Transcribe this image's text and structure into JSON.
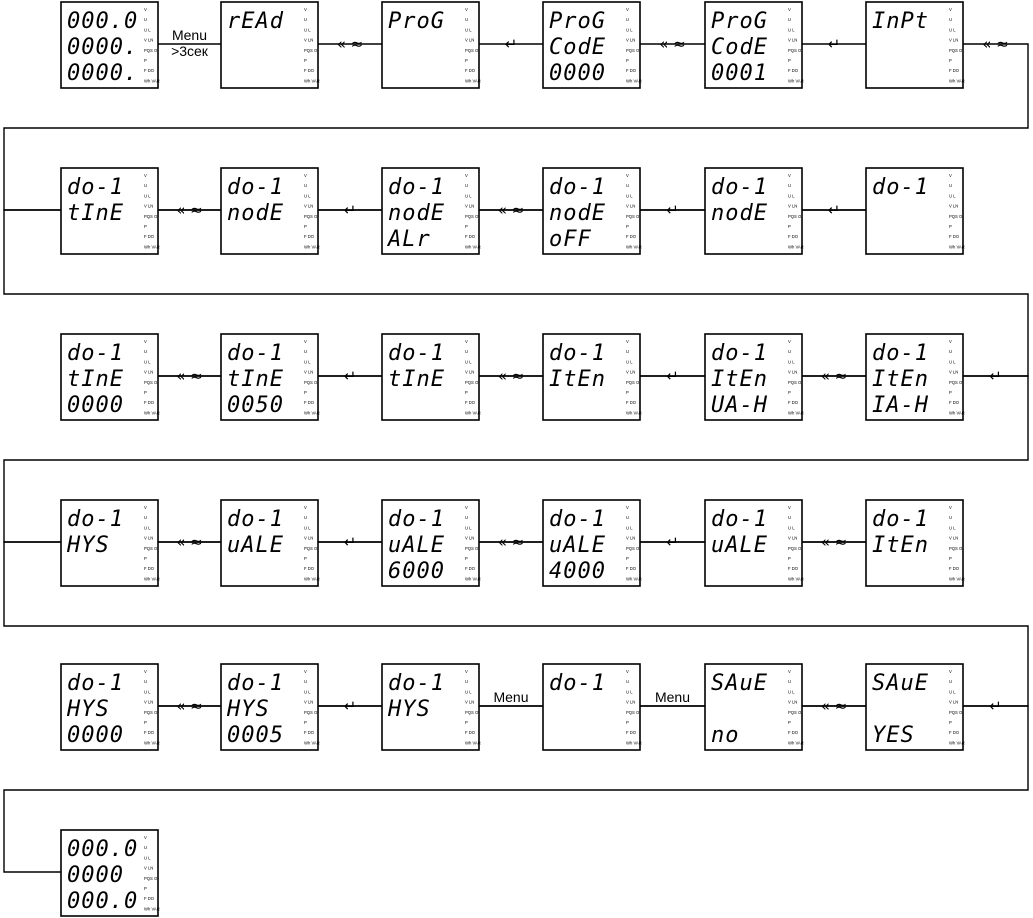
{
  "screens": [
    {
      "id": "s0",
      "lines": [
        "000.0",
        "0000.",
        "0000."
      ]
    },
    {
      "id": "s1",
      "lines": [
        "rEAd",
        "",
        ""
      ]
    },
    {
      "id": "s2",
      "lines": [
        "ProG",
        "",
        ""
      ]
    },
    {
      "id": "s3",
      "lines": [
        "ProG",
        "CodE",
        "0000"
      ]
    },
    {
      "id": "s4",
      "lines": [
        "ProG",
        "CodE",
        "0001"
      ]
    },
    {
      "id": "s5",
      "lines": [
        "InPt",
        "",
        ""
      ]
    },
    {
      "id": "s6",
      "lines": [
        "do-1",
        "",
        ""
      ]
    },
    {
      "id": "s7",
      "lines": [
        "do-1",
        "nodE",
        ""
      ]
    },
    {
      "id": "s8",
      "lines": [
        "do-1",
        "nodE",
        "oFF"
      ]
    },
    {
      "id": "s9",
      "lines": [
        "do-1",
        "nodE",
        "ALr"
      ]
    },
    {
      "id": "s10",
      "lines": [
        "do-1",
        "nodE",
        ""
      ]
    },
    {
      "id": "s11",
      "lines": [
        "do-1",
        "tInE",
        ""
      ]
    },
    {
      "id": "s12",
      "lines": [
        "do-1",
        "tInE",
        "0000"
      ]
    },
    {
      "id": "s13",
      "lines": [
        "do-1",
        "tInE",
        "0050"
      ]
    },
    {
      "id": "s14",
      "lines": [
        "do-1",
        "tInE",
        ""
      ]
    },
    {
      "id": "s15",
      "lines": [
        "do-1",
        "ItEn",
        ""
      ]
    },
    {
      "id": "s16",
      "lines": [
        "do-1",
        "ItEn",
        "UA-H"
      ]
    },
    {
      "id": "s17",
      "lines": [
        "do-1",
        "ItEn",
        "IA-H"
      ]
    },
    {
      "id": "s18",
      "lines": [
        "do-1",
        "ItEn",
        ""
      ]
    },
    {
      "id": "s19",
      "lines": [
        "do-1",
        "uALE",
        ""
      ]
    },
    {
      "id": "s20",
      "lines": [
        "do-1",
        "uALE",
        "4000"
      ]
    },
    {
      "id": "s21",
      "lines": [
        "do-1",
        "uALE",
        "6000"
      ]
    },
    {
      "id": "s22",
      "lines": [
        "do-1",
        "uALE",
        ""
      ]
    },
    {
      "id": "s23",
      "lines": [
        "do-1",
        "HYS",
        ""
      ]
    },
    {
      "id": "s24",
      "lines": [
        "do-1",
        "HYS",
        "0000"
      ]
    },
    {
      "id": "s25",
      "lines": [
        "do-1",
        "HYS",
        "0005"
      ]
    },
    {
      "id": "s26",
      "lines": [
        "do-1",
        "HYS",
        ""
      ]
    },
    {
      "id": "s27",
      "lines": [
        "do-1",
        "",
        ""
      ]
    },
    {
      "id": "s28",
      "lines": [
        "SAuE",
        "",
        "no"
      ]
    },
    {
      "id": "s29",
      "lines": [
        "SAuE",
        "",
        "YES"
      ]
    },
    {
      "id": "s30",
      "lines": [
        "000.0",
        "0000",
        "000.0"
      ]
    }
  ],
  "indicators": [
    "V",
    "U",
    "U L",
    "V LN",
    "PQS Ol",
    "P",
    "F DO",
    "Wh VAR"
  ],
  "transitions": [
    {
      "between": [
        "s0",
        "s1"
      ],
      "kind": "label",
      "lines": [
        "Menu",
        ">3сек"
      ]
    },
    {
      "between": [
        "s1",
        "s2"
      ],
      "kind": "nav"
    },
    {
      "between": [
        "s2",
        "s3"
      ],
      "kind": "enter"
    },
    {
      "between": [
        "s3",
        "s4"
      ],
      "kind": "nav"
    },
    {
      "between": [
        "s4",
        "s5"
      ],
      "kind": "enter"
    },
    {
      "between": [
        "s5",
        "s6"
      ],
      "kind": "nav"
    },
    {
      "between": [
        "s6",
        "s7"
      ],
      "kind": "enter"
    },
    {
      "between": [
        "s7",
        "s8"
      ],
      "kind": "enter"
    },
    {
      "between": [
        "s8",
        "s9"
      ],
      "kind": "nav"
    },
    {
      "between": [
        "s9",
        "s10"
      ],
      "kind": "enter"
    },
    {
      "between": [
        "s10",
        "s11"
      ],
      "kind": "nav"
    },
    {
      "between": [
        "s11",
        "s12"
      ],
      "kind": "enter"
    },
    {
      "between": [
        "s12",
        "s13"
      ],
      "kind": "nav"
    },
    {
      "between": [
        "s13",
        "s14"
      ],
      "kind": "enter"
    },
    {
      "between": [
        "s14",
        "s15"
      ],
      "kind": "nav"
    },
    {
      "between": [
        "s15",
        "s16"
      ],
      "kind": "enter"
    },
    {
      "between": [
        "s16",
        "s17"
      ],
      "kind": "nav"
    },
    {
      "between": [
        "s17",
        "s18"
      ],
      "kind": "enter"
    },
    {
      "between": [
        "s18",
        "s19"
      ],
      "kind": "nav"
    },
    {
      "between": [
        "s19",
        "s20"
      ],
      "kind": "enter"
    },
    {
      "between": [
        "s20",
        "s21"
      ],
      "kind": "nav"
    },
    {
      "between": [
        "s21",
        "s22"
      ],
      "kind": "enter"
    },
    {
      "between": [
        "s22",
        "s23"
      ],
      "kind": "nav"
    },
    {
      "between": [
        "s23",
        "s24"
      ],
      "kind": "enter"
    },
    {
      "between": [
        "s24",
        "s25"
      ],
      "kind": "nav"
    },
    {
      "between": [
        "s25",
        "s26"
      ],
      "kind": "enter"
    },
    {
      "between": [
        "s26",
        "s27"
      ],
      "kind": "label",
      "lines": [
        "Menu"
      ]
    },
    {
      "between": [
        "s27",
        "s28"
      ],
      "kind": "label",
      "lines": [
        "Menu"
      ]
    },
    {
      "between": [
        "s28",
        "s29"
      ],
      "kind": "nav"
    },
    {
      "between": [
        "s29",
        "s30"
      ],
      "kind": "enter"
    }
  ],
  "icons": {
    "nav": "« ≈",
    "enter": "↵"
  }
}
